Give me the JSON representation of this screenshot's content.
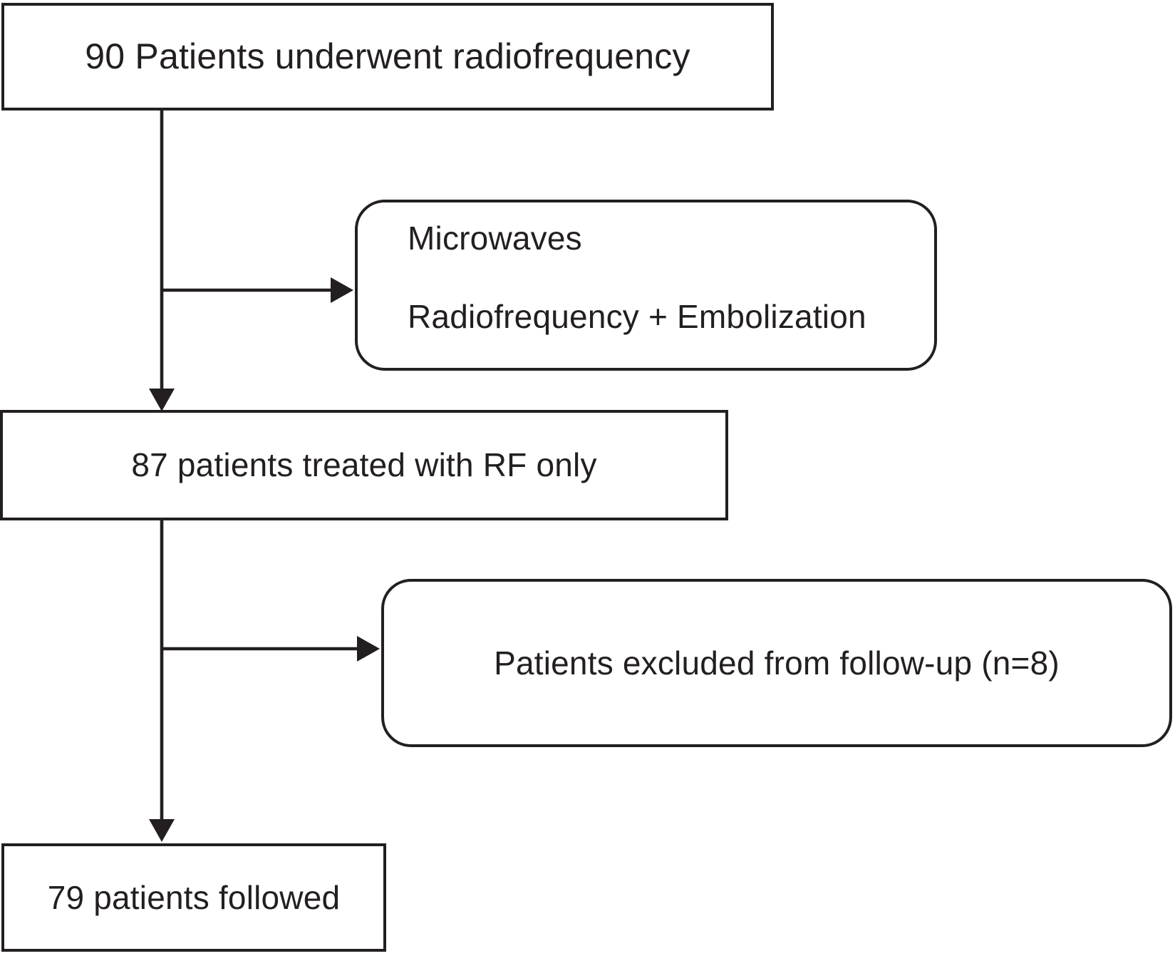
{
  "figure": {
    "kind": "patient-flow-diagram",
    "ink_color": "#231f20",
    "background_color": "#ffffff",
    "nodes": {
      "start": {
        "shape": "rectangle",
        "label": "90 Patients underwent radiofrequency"
      },
      "other_treatment": {
        "shape": "rounded-rectangle",
        "line1": "Microwaves",
        "line2": "Radiofrequency + Embolization"
      },
      "rf_only": {
        "shape": "rectangle",
        "label": "87 patients treated with RF only"
      },
      "excluded_followup": {
        "shape": "rounded-rectangle",
        "label": "Patients excluded from follow-up (n=8)"
      },
      "followed": {
        "shape": "rectangle",
        "label": "79 patients followed"
      }
    },
    "edges": [
      {
        "from": "start",
        "to": "rf_only",
        "type": "arrow-down"
      },
      {
        "from": "start",
        "to": "other_treatment",
        "type": "arrow-right-branch"
      },
      {
        "from": "rf_only",
        "to": "followed",
        "type": "arrow-down"
      },
      {
        "from": "rf_only",
        "to": "excluded_followup",
        "type": "arrow-right-branch"
      }
    ]
  }
}
